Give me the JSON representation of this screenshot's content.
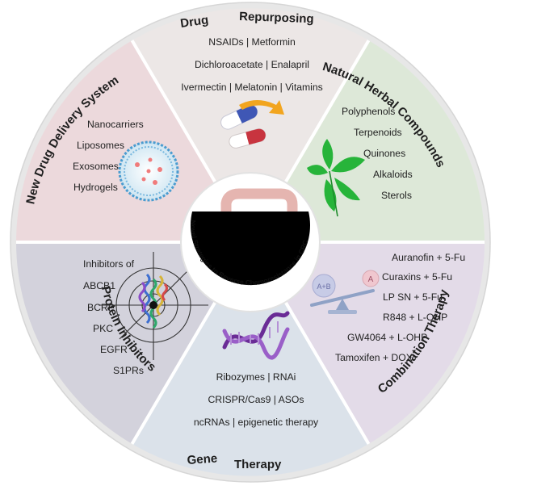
{
  "colors": {
    "drug_repurposing": "#ece7e6",
    "natural_herbal": "#dde8d8",
    "combination": "#e3dbe8",
    "gene_therapy": "#dbe2ea",
    "protein_inhibitors": "#d3d2dc",
    "delivery": "#ecd9dc",
    "outer_ring": "#e6e6e6"
  },
  "center": {
    "label": "Novel Strategies to Reverse Chemoresistance in CRC"
  },
  "segments": {
    "drug_repurposing": {
      "title_word1": "Drug",
      "title_word2": "Repurposing",
      "items": [
        "NSAIDs | Metformin",
        "Dichloroacetate | Enalapril",
        "Ivermectin | Melatonin | Vitamins"
      ]
    },
    "natural_herbal": {
      "title": "Natural Herbal Compounds",
      "items": [
        "Polyphenols",
        "Terpenoids",
        "Quinones",
        "Alkaloids",
        "Sterols"
      ]
    },
    "combination": {
      "title": "Combination Therapy",
      "items": [
        "Auranofin + 5-Fu",
        "Curaxins + 5-Fu",
        "LP SN + 5-Fu",
        "R848 + L-OHP",
        "GW4064 + L-OHP",
        "Tamoxifen + DOX"
      ],
      "scale_left": "A+B",
      "scale_right": "A"
    },
    "gene_therapy": {
      "title_word1": "Gene",
      "title_word2": "Therapy",
      "items": [
        "Ribozymes | RNAi",
        "CRISPR/Cas9 | ASOs",
        "ncRNAs | epigenetic therapy"
      ]
    },
    "protein_inhibitors": {
      "title": "Protein Inhibitors",
      "items": [
        "Inhibitors of",
        "ABCB1",
        "BCRP",
        "PKC",
        "EGFR",
        "S1PRs"
      ]
    },
    "delivery": {
      "title": "New Drug Delivery System",
      "items": [
        "Nanocarriers",
        "Liposomes",
        "Exosomes",
        "Hydrogels"
      ]
    }
  },
  "icons": [
    "pill-capsule-icon",
    "leaf-icon",
    "balance-scale-icon",
    "dna-helix-icon",
    "target-crosshair-icon",
    "protein-structure-icon",
    "liposome-icon",
    "colon-icon",
    "cell-cluster-icon",
    "arrow-icon"
  ]
}
